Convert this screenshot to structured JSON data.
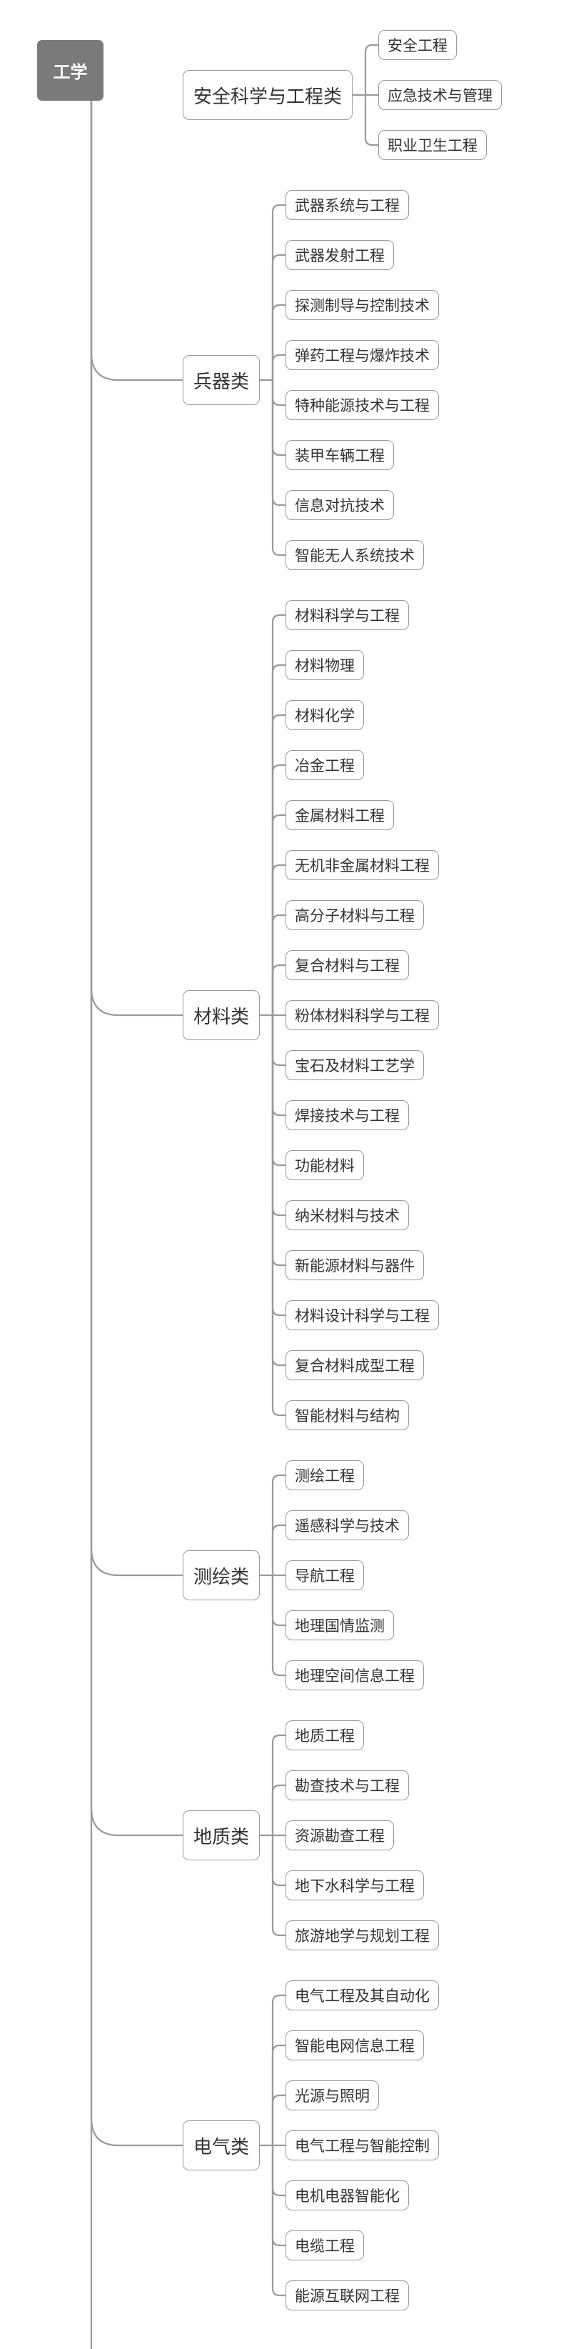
{
  "root": {
    "label": "工学"
  },
  "colors": {
    "root_bg": "#7a7a7a",
    "line": "#9a9a9a",
    "text": "#333333"
  },
  "categories": [
    {
      "label": "安全科学与工程类",
      "children": [
        "安全工程",
        "应急技术与管理",
        "职业卫生工程"
      ]
    },
    {
      "label": "兵器类",
      "children": [
        "武器系统与工程",
        "武器发射工程",
        "探测制导与控制技术",
        "弹药工程与爆炸技术",
        "特种能源技术与工程",
        "装甲车辆工程",
        "信息对抗技术",
        "智能无人系统技术"
      ]
    },
    {
      "label": "材料类",
      "children": [
        "材料科学与工程",
        "材料物理",
        "材料化学",
        "冶金工程",
        "金属材料工程",
        "无机非金属材料工程",
        "高分子材料与工程",
        "复合材料与工程",
        "粉体材料科学与工程",
        "宝石及材料工艺学",
        "焊接技术与工程",
        "功能材料",
        "纳米材料与技术",
        "新能源材料与器件",
        "材料设计科学与工程",
        "复合材料成型工程",
        "智能材料与结构"
      ]
    },
    {
      "label": "测绘类",
      "children": [
        "测绘工程",
        "遥感科学与技术",
        "导航工程",
        "地理国情监测",
        "地理空间信息工程"
      ]
    },
    {
      "label": "地质类",
      "children": [
        "地质工程",
        "勘查技术与工程",
        "资源勘查工程",
        "地下水科学与工程",
        "旅游地学与规划工程"
      ]
    },
    {
      "label": "电气类",
      "children": [
        "电气工程及其自动化",
        "智能电网信息工程",
        "光源与照明",
        "电气工程与智能控制",
        "电机电器智能化",
        "电缆工程",
        "能源互联网工程"
      ]
    }
  ]
}
